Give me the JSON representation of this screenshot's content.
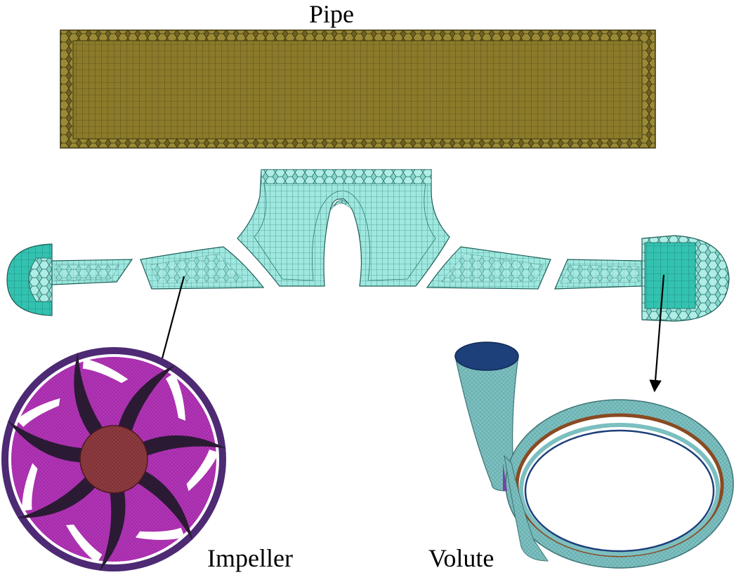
{
  "labels": {
    "pipe": "Pipe",
    "impeller": "Impeller",
    "volute": "Volute"
  },
  "colors": {
    "pipe_fill": "#8a7a2a",
    "pipe_border": "#5e5218",
    "pipe_mesh": "#3f3710",
    "section_fill": "#8fe3db",
    "section_dark": "#2bbbaa",
    "section_mesh": "#1d5d57",
    "impeller_fill": "#b334b8",
    "impeller_ring": "#4d2a73",
    "impeller_hub": "#8e3b40",
    "impeller_blade": "#2b1a33",
    "volute_fill": "#7cbfc0",
    "volute_outlet": "#1d3f7a",
    "volute_brown": "#8a4a22",
    "arrow": "#000000"
  },
  "icons": [
    "down-arrow-icon"
  ]
}
